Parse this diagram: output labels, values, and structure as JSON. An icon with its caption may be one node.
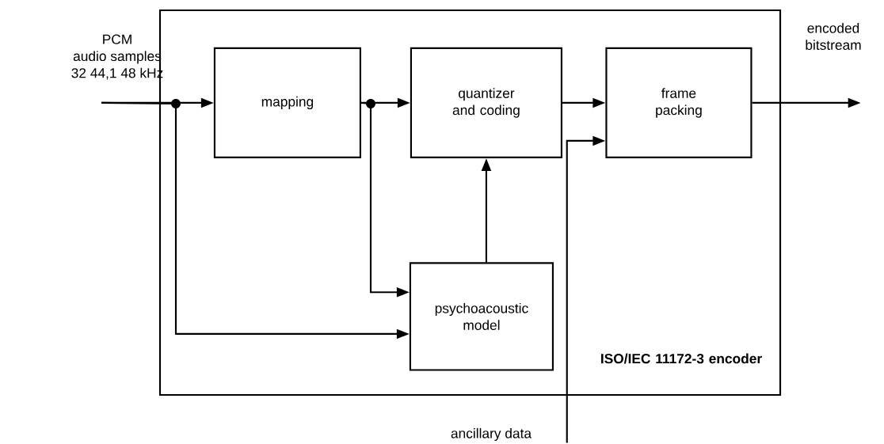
{
  "diagram": {
    "nodes": [
      {
        "text": [
          "ISO/IEC 11172-3 encoder"
        ]
      },
      {
        "text": [
          "PCM audio samples 32 44,1 48 kHz"
        ]
      },
      {
        "text": [
          "mapping"
        ],
        "in": 0
      },
      {
        "text": [
          "quantizer and coding"
        ],
        "in": 0
      },
      {
        "text": [
          "frame packing"
        ],
        "in": 0
      },
      {
        "text": [
          "psychoacoustic model"
        ],
        "in": 0
      },
      {
        "text": [
          "encoded bitstream"
        ]
      },
      {
        "text": [
          "ancillary data"
        ]
      }
    ],
    "edges": [
      {
        "from": 1,
        "to": 2,
        "arrow": "to"
      },
      {
        "from": 1,
        "to": 5,
        "arrow": "to"
      },
      {
        "from": 2,
        "to": 3,
        "arrow": "to"
      },
      {
        "from": 2,
        "to": 5,
        "arrow": "to"
      },
      {
        "from": 5,
        "to": 3,
        "arrow": "to"
      },
      {
        "from": 3,
        "to": 4,
        "arrow": "to"
      },
      {
        "from": 7,
        "to": 4,
        "arrow": "to"
      },
      {
        "from": 4,
        "to": 6,
        "arrow": "to"
      }
    ]
  }
}
